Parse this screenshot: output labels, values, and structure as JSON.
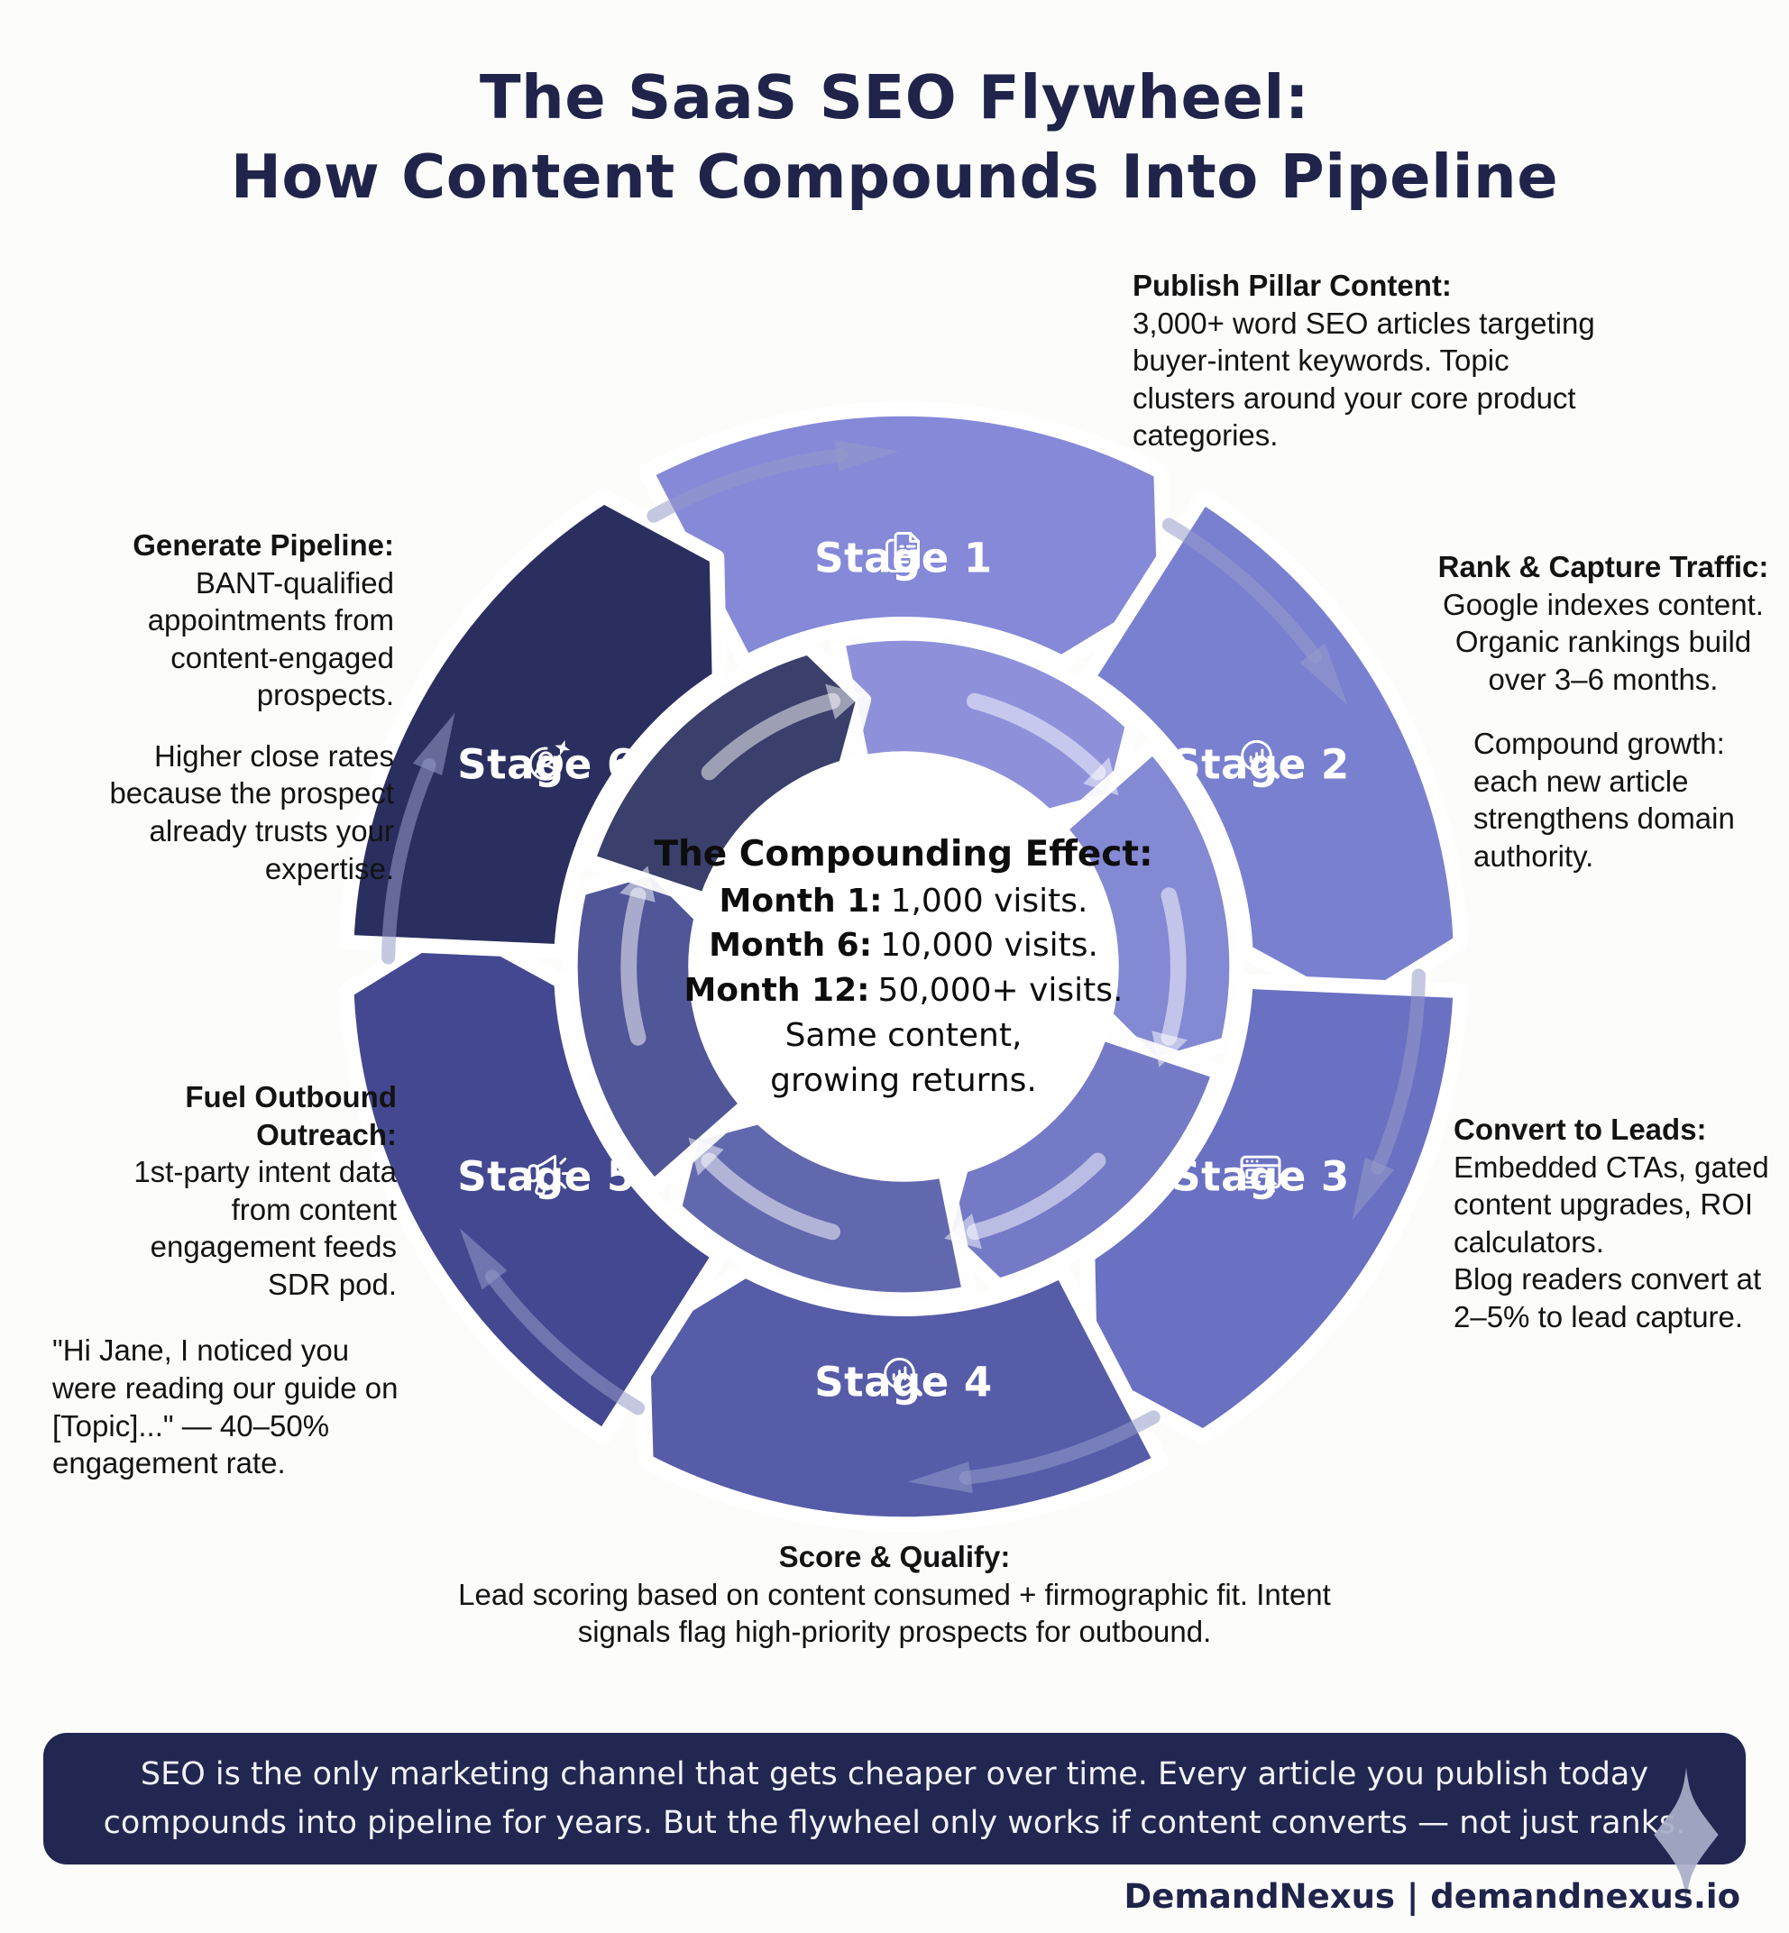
{
  "title": {
    "line1": "The SaaS SEO Flywheel:",
    "line2": "How Content Compounds Into Pipeline"
  },
  "stages": [
    {
      "label": "Stage 1",
      "color": "#8589D8",
      "icon": "documents-icon"
    },
    {
      "label": "Stage 2",
      "color": "#7A80D0",
      "icon": "search-analytics-icon"
    },
    {
      "label": "Stage 3",
      "color": "#6A70C2",
      "icon": "browser-cursor-icon"
    },
    {
      "label": "Stage 4",
      "color": "#565CA8",
      "icon": "search-analytics-icon"
    },
    {
      "label": "Stage 5",
      "color": "#434890",
      "icon": "megaphone-icon"
    },
    {
      "label": "Stage 6",
      "color": "#2A2F5F",
      "icon": "person-star-icon"
    }
  ],
  "annotations": {
    "publish": {
      "heading": "Publish Pillar Content:",
      "body": "3,000+ word SEO articles targeting buyer-intent keywords. Topic clusters around your core product categories."
    },
    "rank": {
      "heading": "Rank & Capture Traffic:",
      "body1": "Google indexes content. Organic rankings build over 3–6 months.",
      "body2": "Compound growth: each new article strengthens domain authority."
    },
    "convert": {
      "heading": "Convert to Leads:",
      "body1": "Embedded CTAs, gated content upgrades, ROI calculators.",
      "body2": "Blog readers convert at 2–5% to lead capture."
    },
    "score": {
      "heading": "Score & Qualify:",
      "body": "Lead scoring based on content consumed + firmographic fit. Intent signals flag high-priority prospects for outbound."
    },
    "fuel": {
      "heading": "Fuel Outbound Outreach:",
      "body1": "1st-party intent data from content engagement feeds SDR pod.",
      "body2": "\"Hi Jane, I noticed you were reading our guide on [Topic]...\" — 40–50% engagement rate."
    },
    "generate": {
      "heading": "Generate Pipeline:",
      "body1": "BANT-qualified appointments from content-engaged prospects.",
      "body2": "Higher close rates because the prospect already trusts your expertise."
    }
  },
  "center": {
    "heading": "The Compounding Effect:",
    "rows": [
      {
        "label": "Month 1:",
        "value": "1,000 visits."
      },
      {
        "label": "Month 6:",
        "value": "10,000 visits."
      },
      {
        "label": "Month 12:",
        "value": "50,000+ visits."
      }
    ],
    "tail": [
      "Same content,",
      "growing returns."
    ]
  },
  "footer": {
    "text": "SEO is the only marketing channel that gets cheaper over time. Every article you publish today compounds into pipeline for years. But the flywheel only works if content converts — not just ranks."
  },
  "attribution": "DemandNexus | demandnexus.io",
  "colors": {
    "title_navy": "#20244A",
    "page_bg": "#FCFCFB",
    "annotation_text": "#131313",
    "footer_bar": "#212750",
    "footer_text": "#F2F3F8",
    "sparkle": "#A9AEC9",
    "arrow_light": "rgba(255,255,255,0.5)",
    "arrow_grey": "rgba(150,155,200,0.55)",
    "segment_gap": "#FFFFFF"
  }
}
